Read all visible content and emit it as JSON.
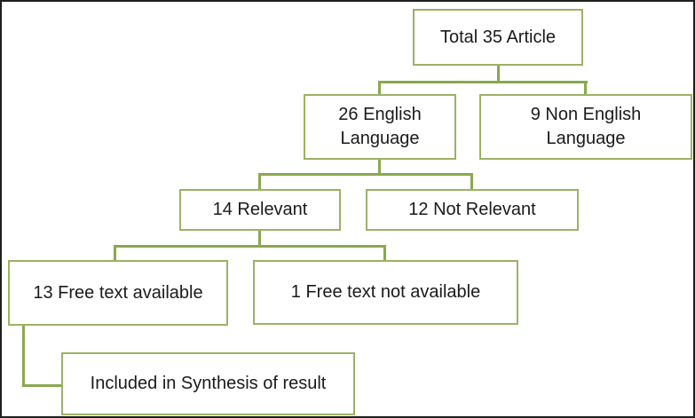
{
  "diagram": {
    "type": "flowchart",
    "nodes": {
      "total": {
        "label": "Total 35 Article"
      },
      "english": {
        "line1": "26 English",
        "line2": "Language"
      },
      "non_english": {
        "line1": "9 Non English",
        "line2": "Language"
      },
      "relevant": {
        "label": "14 Relevant"
      },
      "not_relevant": {
        "label": "12 Not Relevant"
      },
      "free_text": {
        "label": "13 Free text available"
      },
      "no_free_text": {
        "label": "1 Free text not available"
      },
      "included": {
        "label": "Included in Synthesis of result"
      }
    },
    "edges": [
      {
        "from": "total",
        "to": "english"
      },
      {
        "from": "total",
        "to": "non_english"
      },
      {
        "from": "english",
        "to": "relevant"
      },
      {
        "from": "english",
        "to": "not_relevant"
      },
      {
        "from": "relevant",
        "to": "free_text"
      },
      {
        "from": "relevant",
        "to": "no_free_text"
      },
      {
        "from": "free_text",
        "to": "included"
      }
    ],
    "colors": {
      "box_border": "#9bb264",
      "connector": "#89a84f",
      "frame": "#1f1f1f",
      "text": "#1a1a1a",
      "background": "#ffffff"
    }
  }
}
